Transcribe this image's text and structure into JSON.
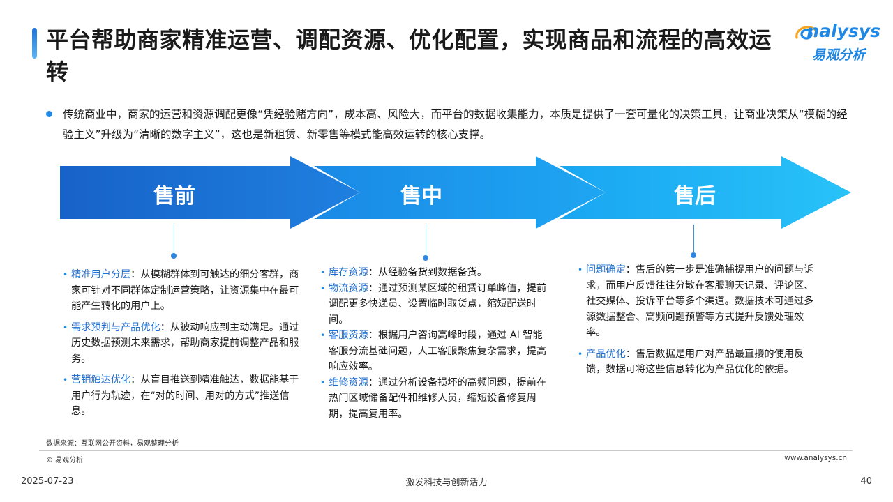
{
  "title": "平台帮助商家精准运营、调配资源、优化配置，实现商品和流程的高效运转",
  "logo": {
    "en": "nalysys",
    "cn": "易观分析"
  },
  "intro": "传统商业中，商家的运营和资源调配更像“凭经验赌方向”，成本高、风险大，而平台的数据收集能力，本质是提供了一套可量化的决策工具，让商业决策从“模糊的经验主义”升级为“清晰的数字主义”，这也是新租赁、新零售等模式能高效运转的核心支撑。",
  "colors": {
    "stage1": "#1a6fd6",
    "stage2": "#1b9ff0",
    "stage3": "#21b7f5",
    "accent": "#1f88e5"
  },
  "stages": [
    {
      "label": "售前",
      "items": [
        {
          "kw": "精准用户分层",
          "text": "：从模糊群体到可触达的细分客群，商家可针对不同群体定制运营策略，让资源集中在最可能产生转化的用户上。"
        },
        {
          "kw": "需求预判与产品优化",
          "text": "：从被动响应到主动满足。通过历史数据预测未来需求，帮助商家提前调整产品和服务。"
        },
        {
          "kw": "营销触达优化",
          "text": "：从盲目推送到精准触达，数据能基于用户行为轨迹，在“对的时间、用对的方式”推送信息。"
        }
      ]
    },
    {
      "label": "售中",
      "items": [
        {
          "kw": "库存资源",
          "text": "：从经验备货到数据备货。"
        },
        {
          "kw": "物流资源",
          "text": "：通过预测某区域的租赁订单峰值，提前调配更多快递员、设置临时取货点，缩短配送时间。"
        },
        {
          "kw": "客服资源",
          "text": "：根据用户咨询高峰时段，通过 AI 智能客服分流基础问题，人工客服聚焦复杂需求，提高响应效率。"
        },
        {
          "kw": "维修资源",
          "text": "：通过分析设备损坏的高频问题，提前在热门区域储备配件和维修人员，缩短设备修复周期，提高复用率。"
        }
      ]
    },
    {
      "label": "售后",
      "items": [
        {
          "kw": "问题确定",
          "text": "：售后的第一步是准确捕捉用户的问题与诉求，而用户反馈往往分散在客服聊天记录、评论区、社交媒体、投诉平台等多个渠道。数据技术可通过多源数据整合、高频问题预警等方式提升反馈处理效率。"
        },
        {
          "kw": "产品优化",
          "text": "：售后数据是用户对产品最直接的使用反馈，数据可将这些信息转化为产品优化的依据。"
        }
      ]
    }
  ],
  "footer": {
    "source": "数据来源：互联网公开资料，易观整理分析",
    "copyright": "© 易观分析",
    "website": "www.analysys.cn",
    "date": "2025-07-23",
    "slogan": "激发科技与创新活力",
    "page": "40"
  }
}
